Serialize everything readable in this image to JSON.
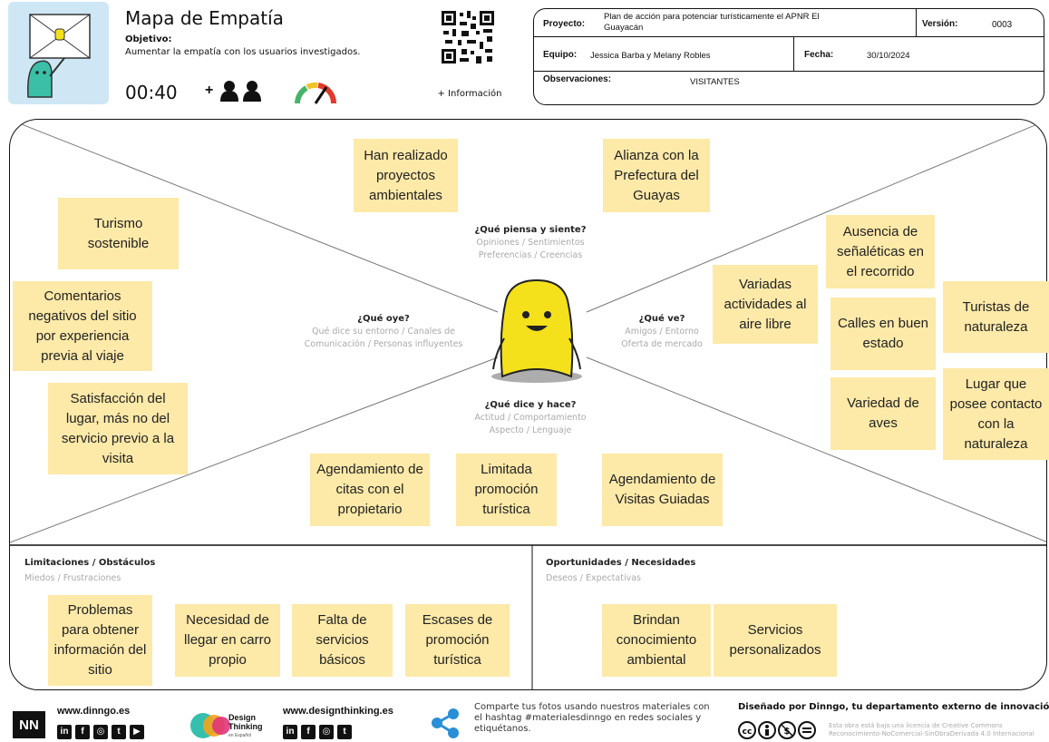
{
  "header": {
    "title": "Mapa de Empatía",
    "objective_label": "Objetivo:",
    "objective_text": "Aumentar la empatía con los usuarios investigados.",
    "timer": "00:40",
    "people_label": "+",
    "qr_label": "+ Información"
  },
  "project_box": {
    "project_label": "Proyecto:",
    "project_value": "Plan de acción para potenciar turísticamente el APNR El Guayacán",
    "version_label": "Versión:",
    "version_value": "0003",
    "team_label": "Equipo:",
    "team_value": "Jessica Barba y Melany Robles",
    "date_label": "Fecha:",
    "date_value": "30/10/2024",
    "obs_label": "Observaciones:",
    "obs_value": "VISITANTES"
  },
  "quadrants": {
    "think": {
      "title": "¿Qué piensa y siente?",
      "sub1": "Opiniones / Sentimientos",
      "sub2": "Preferencias / Creencias"
    },
    "hear": {
      "title": "¿Qué oye?",
      "sub1": "Qué dice su entorno / Canales de",
      "sub2": "Comunicación / Personas influyentes"
    },
    "see": {
      "title": "¿Qué ve?",
      "sub1": "Amigos / Entorno",
      "sub2": "Oferta de mercado"
    },
    "say": {
      "title": "¿Qué dice y hace?",
      "sub1": "Actitud / Comportamiento",
      "sub2": "Aspecto / Lenguaje"
    }
  },
  "notes": {
    "think": [
      "Han realizado proyectos ambientales",
      "Alianza con la Prefectura del Guayas"
    ],
    "hear": [
      "Turismo sostenible",
      "Comentarios negativos del sitio por experiencia previa al viaje",
      "Satisfacción del lugar, más no del servicio previo a la visita"
    ],
    "see": [
      "Ausencia de señaléticas en el recorrido",
      "Variadas actividades al aire libre",
      "Turistas de naturaleza",
      "Calles en buen estado",
      "Variedad de aves",
      "Lugar que posee contacto con la naturaleza"
    ],
    "say": [
      "Agendamiento de citas con el propietario",
      "Limitada promoción turística",
      "Agendamiento de Visitas Guiadas"
    ],
    "limits": [
      "Problemas para obtener información del sitio",
      "Necesidad de llegar en carro propio",
      "Falta de servicios básicos",
      "Escases de promoción turística"
    ],
    "opps": [
      "Brindan conocimiento ambiental",
      "Servicios personalizados"
    ]
  },
  "limits": {
    "title": "Limitaciones / Obstáculos",
    "sub": "Miedos / Frustraciones"
  },
  "opportunities": {
    "title": "Oportunidades / Necesidades",
    "sub": "Deseos / Expectativas"
  },
  "footer": {
    "site1": "www.dinngo.es",
    "site2": "www.designthinking.es",
    "dt_logo_line1": "Design",
    "dt_logo_line2": "Thinking",
    "dt_logo_line3": "en Español",
    "share_text": "Comparte tus fotos usando nuestros materiales con el hashtag #materialesdinngo en redes sociales y etiquétanos.",
    "designed_by": "Diseñado por Dinngo, tu departamento externo de innovación",
    "license": "Esta obra está bajo una licencia de Creative Commons Reconocimiento-NoComercial-SinObraDerivada 4.0 Internacional"
  },
  "colors": {
    "sticky": "#fde9a8",
    "character": "#f5e11b",
    "gauge_green": "#49b26a",
    "gauge_red": "#e03b2b",
    "share": "#2a8fd6"
  }
}
